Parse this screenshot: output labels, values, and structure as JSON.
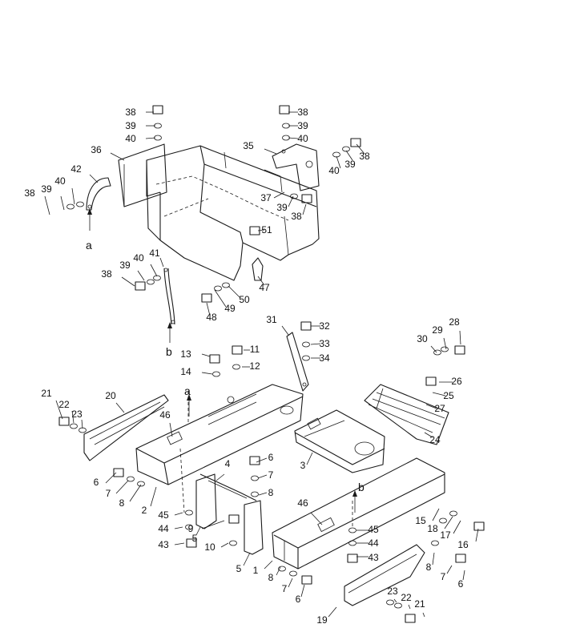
{
  "callouts": [
    {
      "label": "38"
    },
    {
      "label": "39"
    },
    {
      "label": "40"
    },
    {
      "label": "36"
    },
    {
      "label": "42"
    },
    {
      "label": "38"
    },
    {
      "label": "39"
    },
    {
      "label": "40"
    },
    {
      "label": "38"
    },
    {
      "label": "39"
    },
    {
      "label": "40"
    },
    {
      "label": "35"
    },
    {
      "label": "40"
    },
    {
      "label": "39"
    },
    {
      "label": "38"
    },
    {
      "label": "37"
    },
    {
      "label": "39"
    },
    {
      "label": "38"
    },
    {
      "label": "51"
    },
    {
      "label": "41"
    },
    {
      "label": "40"
    },
    {
      "label": "39"
    },
    {
      "label": "38"
    },
    {
      "label": "47"
    },
    {
      "label": "50"
    },
    {
      "label": "49"
    },
    {
      "label": "48"
    },
    {
      "label": "31"
    },
    {
      "label": "32"
    },
    {
      "label": "33"
    },
    {
      "label": "34"
    },
    {
      "label": "13"
    },
    {
      "label": "11"
    },
    {
      "label": "14"
    },
    {
      "label": "12"
    },
    {
      "label": "30"
    },
    {
      "label": "29"
    },
    {
      "label": "28"
    },
    {
      "label": "26"
    },
    {
      "label": "25"
    },
    {
      "label": "27"
    },
    {
      "label": "24"
    },
    {
      "label": "21"
    },
    {
      "label": "22"
    },
    {
      "label": "23"
    },
    {
      "label": "20"
    },
    {
      "label": "46"
    },
    {
      "label": "6"
    },
    {
      "label": "7"
    },
    {
      "label": "8"
    },
    {
      "label": "2"
    },
    {
      "label": "3"
    },
    {
      "label": "4"
    },
    {
      "label": "6"
    },
    {
      "label": "7"
    },
    {
      "label": "8"
    },
    {
      "label": "45"
    },
    {
      "label": "44"
    },
    {
      "label": "43"
    },
    {
      "label": "5"
    },
    {
      "label": "9"
    },
    {
      "label": "10"
    },
    {
      "label": "5"
    },
    {
      "label": "46"
    },
    {
      "label": "45"
    },
    {
      "label": "44"
    },
    {
      "label": "43"
    },
    {
      "label": "1"
    },
    {
      "label": "15"
    },
    {
      "label": "18"
    },
    {
      "label": "17"
    },
    {
      "label": "16"
    },
    {
      "label": "8"
    },
    {
      "label": "7"
    },
    {
      "label": "6"
    },
    {
      "label": "8"
    },
    {
      "label": "7"
    },
    {
      "label": "6"
    },
    {
      "label": "23"
    },
    {
      "label": "22"
    },
    {
      "label": "21"
    },
    {
      "label": "19"
    }
  ],
  "reference_markers": [
    {
      "letter": "a"
    },
    {
      "letter": "b"
    },
    {
      "letter": "a"
    },
    {
      "letter": "b"
    }
  ]
}
